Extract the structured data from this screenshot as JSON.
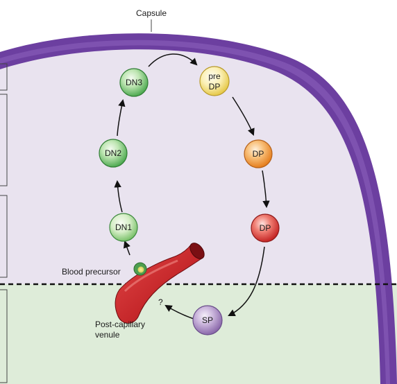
{
  "labels": {
    "capsule": "Capsule",
    "blood_precursor": "Blood precursor",
    "venule_line1": "Post-capillary",
    "venule_line2": "venule",
    "question_mark": "?"
  },
  "cells": [
    {
      "id": "dn1",
      "lines": [
        "DN1"
      ],
      "stage": "double-negative 1"
    },
    {
      "id": "dn2",
      "lines": [
        "DN2"
      ],
      "stage": "double-negative 2"
    },
    {
      "id": "dn3",
      "lines": [
        "DN3"
      ],
      "stage": "double-negative 3"
    },
    {
      "id": "predp",
      "lines": [
        "pre",
        "DP"
      ],
      "stage": "pre double-positive"
    },
    {
      "id": "dp1",
      "lines": [
        "DP"
      ],
      "stage": "double-positive"
    },
    {
      "id": "dp2",
      "lines": [
        "DP"
      ],
      "stage": "double-positive"
    },
    {
      "id": "sp",
      "lines": [
        "SP"
      ],
      "stage": "single-positive"
    }
  ],
  "colors": {
    "capsule": "#6c3fa0",
    "cortex": "#e9e3ef",
    "medulla": "#deecd9",
    "venule": "#c8282c",
    "green_cell": "#6cc06a",
    "yellow_cell": "#f4e27c",
    "orange_cell": "#f39a32",
    "red_cell": "#d93535",
    "purple_cell": "#9c7fb8"
  }
}
